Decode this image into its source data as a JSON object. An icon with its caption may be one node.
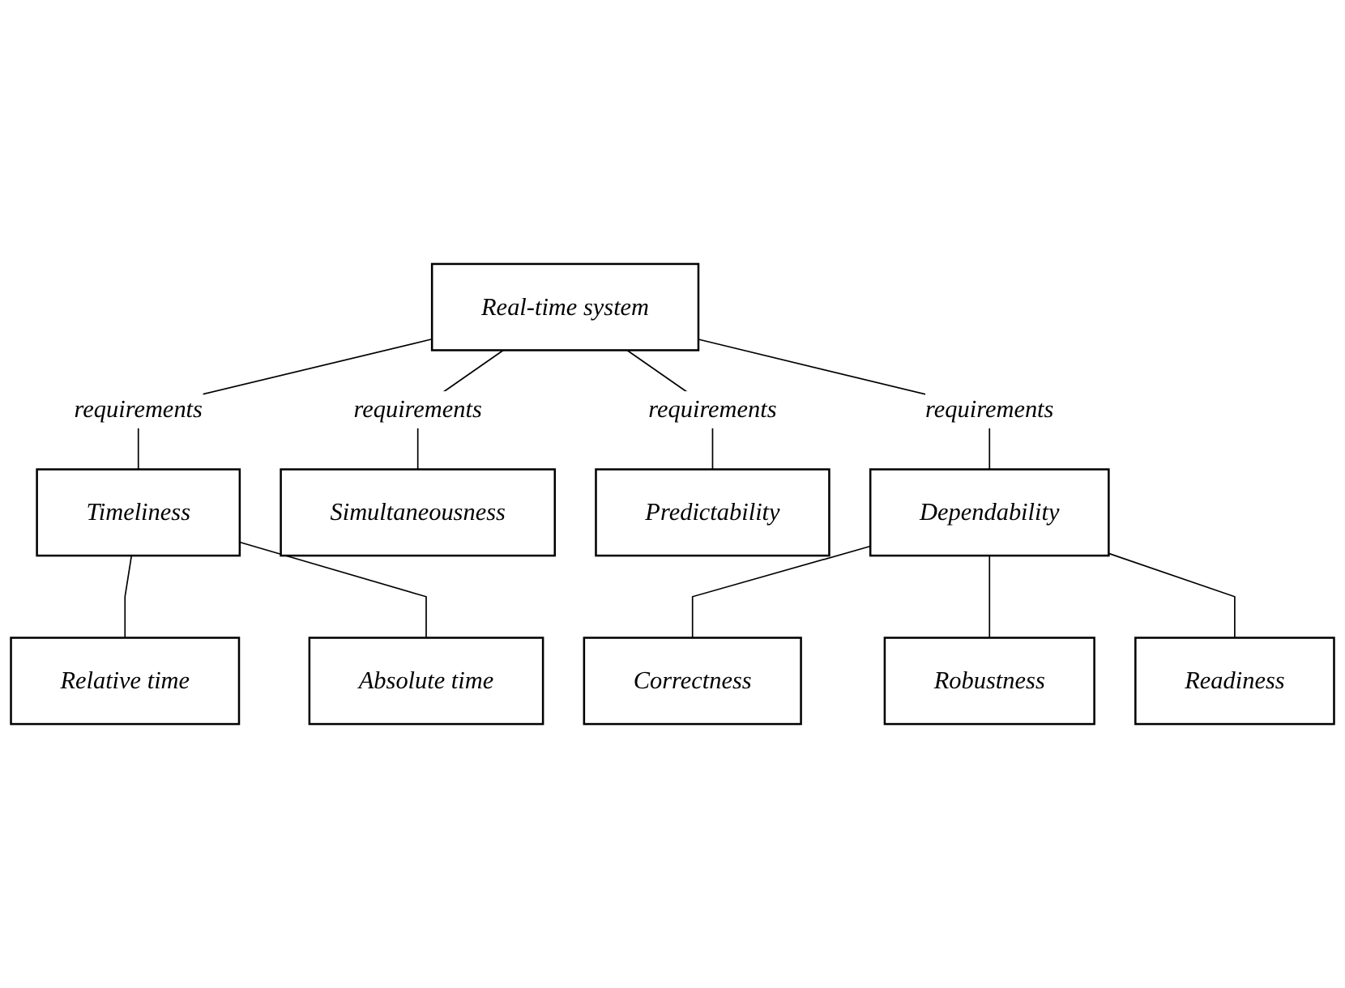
{
  "diagram": {
    "nodes": [
      {
        "text": [
          "Real-time system"
        ]
      },
      {
        "text": [
          "Timeliness"
        ]
      },
      {
        "text": [
          "Simultaneousness"
        ]
      },
      {
        "text": [
          "Predictability"
        ]
      },
      {
        "text": [
          "Dependability"
        ]
      },
      {
        "text": [
          "Relative time"
        ]
      },
      {
        "text": [
          "Absolute time"
        ]
      },
      {
        "text": [
          "Correctness"
        ]
      },
      {
        "text": [
          "Robustness"
        ]
      },
      {
        "text": [
          "Readiness"
        ]
      }
    ],
    "edges": [
      {
        "from": 0,
        "to": 1,
        "arrow": "none",
        "label": "requirements"
      },
      {
        "from": 0,
        "to": 2,
        "arrow": "none",
        "label": "requirements"
      },
      {
        "from": 0,
        "to": 3,
        "arrow": "none",
        "label": "requirements"
      },
      {
        "from": 0,
        "to": 4,
        "arrow": "none",
        "label": "requirements"
      },
      {
        "from": 1,
        "to": 5,
        "arrow": "none"
      },
      {
        "from": 1,
        "to": 6,
        "arrow": "none"
      },
      {
        "from": 4,
        "to": 7,
        "arrow": "none"
      },
      {
        "from": 4,
        "to": 8,
        "arrow": "none"
      },
      {
        "from": 4,
        "to": 9,
        "arrow": "none"
      }
    ]
  }
}
